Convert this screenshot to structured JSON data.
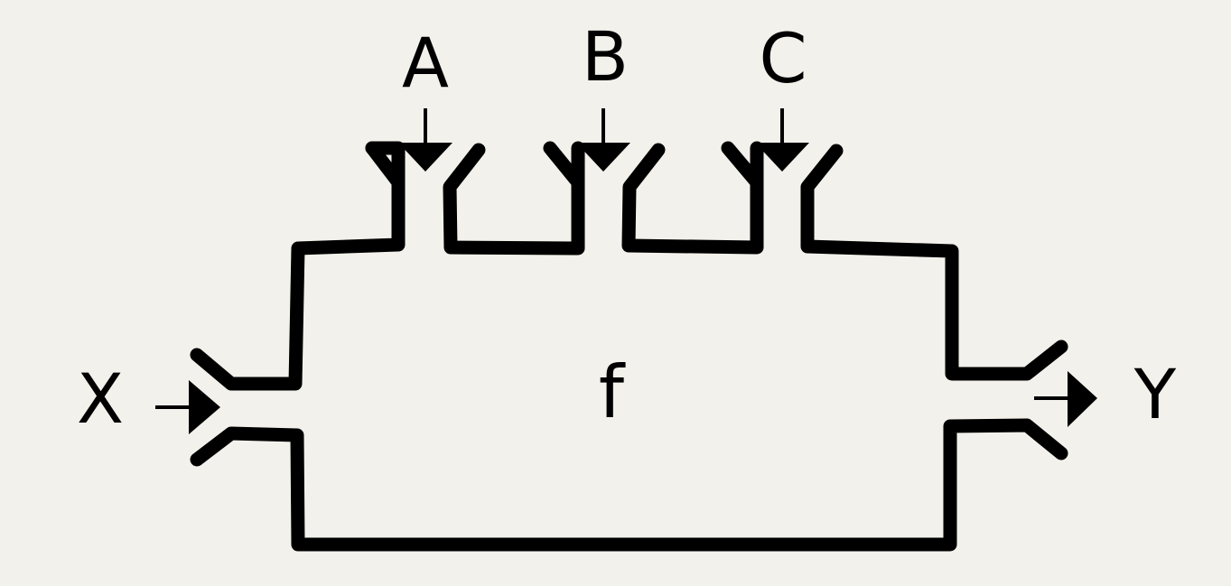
{
  "diagram": {
    "function_label": "f",
    "input_left": "X",
    "output_right": "Y",
    "inputs_top": [
      {
        "label": "A"
      },
      {
        "label": "B"
      },
      {
        "label": "C"
      }
    ],
    "colors": {
      "background": "#f2f1eb",
      "stroke": "#000000"
    }
  }
}
